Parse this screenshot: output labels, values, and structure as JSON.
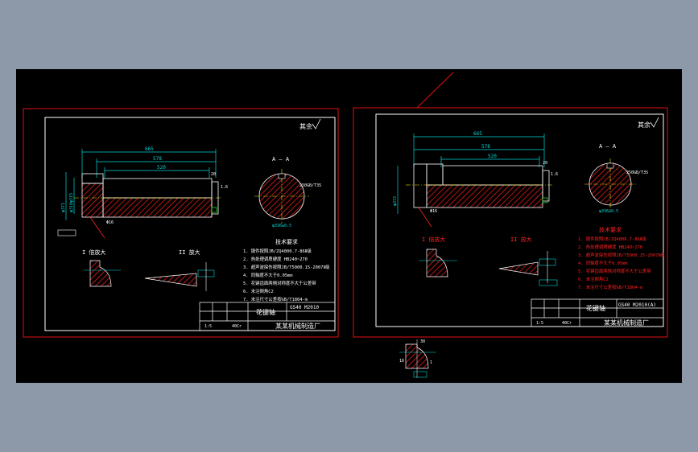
{
  "colors": {
    "background": "#8d98a8",
    "canvas": "#000000",
    "frame": "#e01010",
    "border": "#ffffff",
    "dimension": "#00d8d8",
    "hatch": "#ff2020",
    "centerline": "#e8e800",
    "green": "#20d020",
    "magenta": "#ff40ff"
  },
  "sheet_left": {
    "roughness": "其余",
    "section_label": "A — A",
    "dims": {
      "d1": "665",
      "d2": "578",
      "d3": "520",
      "d4": "20",
      "left_a": "φ372",
      "left_b": "φ318φ315",
      "bottom": "Φ16",
      "section_dia": "φ336±0.5",
      "section_side": "250GB/T35",
      "tol": "1.6"
    },
    "detail_1": "I 倍放大",
    "detail_2": "II 放大",
    "notes_title": "技术要求",
    "notes": [
      "1. 锻件按照JB/ZQ4000.7-86Ⅱ级",
      "2. 热处理调质硬度 HB240~270",
      "3. 超声波探伤按照JB/T5000.15-2007Ⅱ级",
      "4. 同轴度不大于0.05mm",
      "5. 花键齿面两侧对称度不大于公差带",
      "6. 未注倒角C2",
      "7. 未注尺寸公差按GB/T1804-m"
    ],
    "title_block": {
      "part_name": "花键轴",
      "drawing_no": "GS40 M2010",
      "company": "某某机械制造厂",
      "material": "40Cr",
      "scale": "1:5"
    }
  },
  "sheet_right": {
    "roughness": "其余",
    "section_label": "A — A",
    "dims": {
      "d1": "665",
      "d2": "578",
      "d3": "520",
      "d4": "20",
      "left_a": "φ372",
      "bottom": "Φ16",
      "section_dia": "φ336±0.5",
      "section_side": "250GB/T35",
      "tol": "1.6"
    },
    "detail_1": "I 倍放大",
    "detail_2": "II 放大",
    "notes_title": "技术要求",
    "notes": [
      "1. 锻件按照JB/ZQ4000.7-86Ⅱ级",
      "2. 热处理调质硬度 HB240~270",
      "3. 超声波探伤按照JB/T5000.15-2007Ⅱ级",
      "4. 同轴度不大于0.05mm",
      "5. 花键齿面两侧对称度不大于公差带",
      "6. 未注倒角C2",
      "7. 未注尺寸公差按GB/T1804-m"
    ],
    "title_block": {
      "part_name": "花键轴",
      "drawing_no": "GS40 M2010(A)",
      "company": "某某机械制造厂",
      "material": "40Cr",
      "scale": "1:5"
    }
  },
  "floating_detail": {
    "dim_top": "30",
    "dim_side": "16",
    "label": "1"
  }
}
